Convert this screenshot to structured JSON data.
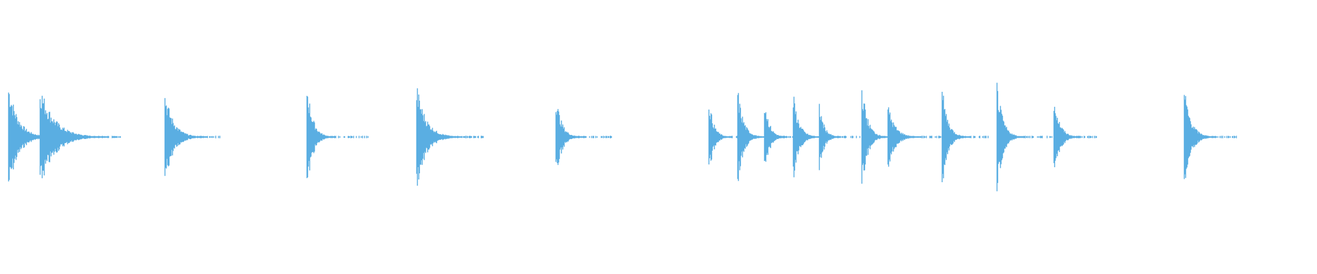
{
  "waveform": {
    "color": "#5aaee2",
    "background": "#ffffff",
    "amplitude_scale": "normalized 0-1",
    "transients": [
      {
        "time": 0.006,
        "amp": 0.99,
        "decay": 0.02,
        "tail": 0.02
      },
      {
        "time": 0.03,
        "amp": 0.93,
        "decay": 0.03,
        "tail": 0.022
      },
      {
        "time": 0.125,
        "amp": 0.82,
        "decay": 0.018,
        "tail": 0.018
      },
      {
        "time": 0.233,
        "amp": 1.0,
        "decay": 0.012,
        "tail": 0.025
      },
      {
        "time": 0.316,
        "amp": 0.94,
        "decay": 0.02,
        "tail": 0.022
      },
      {
        "time": 0.422,
        "amp": 0.77,
        "decay": 0.012,
        "tail": 0.022
      },
      {
        "time": 0.538,
        "amp": 0.71,
        "decay": 0.01,
        "tail": 0.015
      },
      {
        "time": 0.56,
        "amp": 0.88,
        "decay": 0.012,
        "tail": 0.016
      },
      {
        "time": 0.58,
        "amp": 0.74,
        "decay": 0.01,
        "tail": 0.02
      },
      {
        "time": 0.602,
        "amp": 0.79,
        "decay": 0.012,
        "tail": 0.018
      },
      {
        "time": 0.622,
        "amp": 0.62,
        "decay": 0.01,
        "tail": 0.015
      },
      {
        "time": 0.654,
        "amp": 0.96,
        "decay": 0.012,
        "tail": 0.016
      },
      {
        "time": 0.674,
        "amp": 0.59,
        "decay": 0.015,
        "tail": 0.018
      },
      {
        "time": 0.715,
        "amp": 0.91,
        "decay": 0.012,
        "tail": 0.018
      },
      {
        "time": 0.757,
        "amp": 1.0,
        "decay": 0.012,
        "tail": 0.022
      },
      {
        "time": 0.8,
        "amp": 0.76,
        "decay": 0.012,
        "tail": 0.016
      },
      {
        "time": 0.899,
        "amp": 0.9,
        "decay": 0.014,
        "tail": 0.02
      }
    ]
  }
}
